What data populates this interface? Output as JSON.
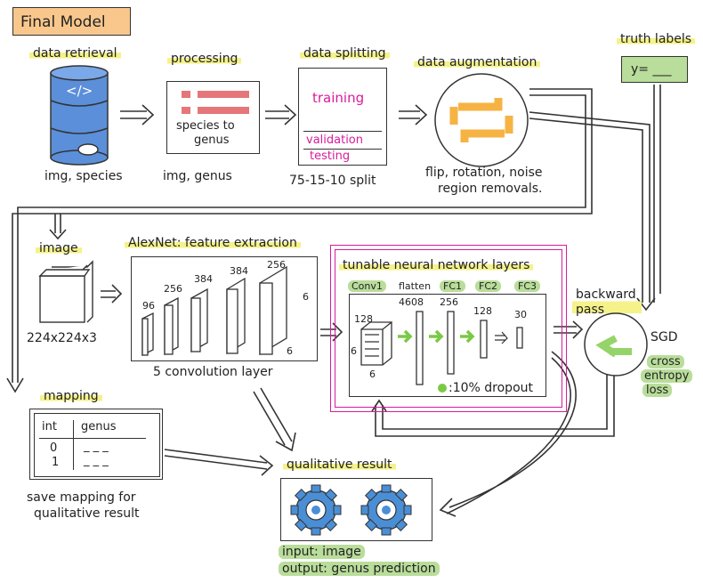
{
  "title": "Final Model",
  "retrieval": {
    "label": "data retrieval",
    "code": "</>",
    "caption": "img, species"
  },
  "processing": {
    "label": "processing",
    "text1": "species to",
    "text2": "genus",
    "caption": "img, genus"
  },
  "splitting": {
    "label": "data splitting",
    "training": "training",
    "validation": "validation",
    "testing": "testing",
    "caption": "75-15-10  split"
  },
  "augmentation": {
    "label": "data augmentation",
    "caption1": "flip, rotation, noise",
    "caption2": "region removals."
  },
  "truth": {
    "label": "truth labels",
    "value": "y= ___"
  },
  "image": {
    "label": "image",
    "size": "224x224x3"
  },
  "alexnet": {
    "label": "AlexNet: feature extraction",
    "channels": [
      "96",
      "256",
      "384",
      "384",
      "256"
    ],
    "six_a": "6",
    "six_b": "6",
    "caption": "5 convolution layer"
  },
  "tunable": {
    "title": "tunable neural network layers",
    "tags": [
      "Conv1",
      "flatten",
      "FC1",
      "FC2",
      "FC3"
    ],
    "n_conv": "128",
    "n_flat": "4608",
    "n_fc1": "256",
    "n_fc2": "128",
    "n_fc3": "30",
    "six_a": "6",
    "six_b": "6",
    "dropout": ":10% dropout"
  },
  "backward": {
    "label": "backward pass",
    "sgd": "SGD",
    "loss1": "cross",
    "loss2": "entropy",
    "loss3": "loss"
  },
  "mapping": {
    "label": "mapping",
    "col1": "int",
    "col2": "genus",
    "rows": [
      [
        "0",
        "_ _ _"
      ],
      [
        "1",
        "_ _ _"
      ]
    ],
    "caption1": "save mapping for",
    "caption2": "qualitative result"
  },
  "qualitative": {
    "label": "qualitative result",
    "input": "input: image",
    "output": "output: genus prediction"
  },
  "colors": {
    "accent_pink": "#d81b9a",
    "highlight_yellow": "#f5f28a",
    "highlight_green": "#b9dd9a",
    "orange": "#f5a623",
    "db_blue": "#5b8fd9"
  }
}
